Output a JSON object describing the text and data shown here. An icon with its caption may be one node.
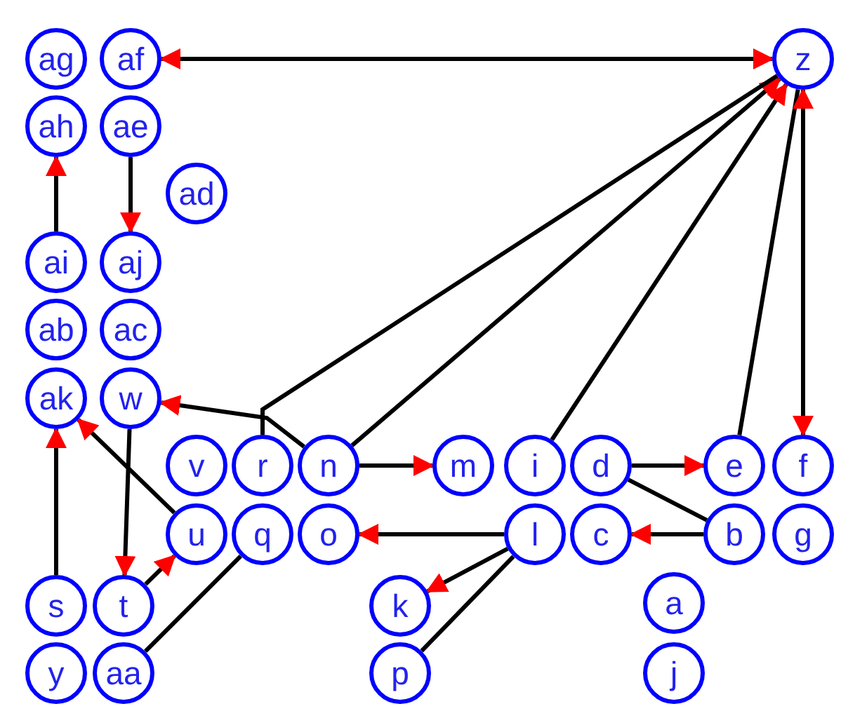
{
  "diagram": {
    "nodes": [
      {
        "text": [
          "ag"
        ]
      },
      {
        "text": [
          "af"
        ]
      },
      {
        "text": [
          "z"
        ]
      },
      {
        "text": [
          "ah"
        ]
      },
      {
        "text": [
          "ae"
        ]
      },
      {
        "text": [
          "ad"
        ]
      },
      {
        "text": [
          "ai"
        ]
      },
      {
        "text": [
          "aj"
        ]
      },
      {
        "text": [
          "ab"
        ]
      },
      {
        "text": [
          "ac"
        ]
      },
      {
        "text": [
          "ak"
        ]
      },
      {
        "text": [
          "w"
        ]
      },
      {
        "text": [
          "v"
        ]
      },
      {
        "text": [
          "r"
        ]
      },
      {
        "text": [
          "n"
        ]
      },
      {
        "text": [
          "m"
        ]
      },
      {
        "text": [
          "i"
        ]
      },
      {
        "text": [
          "d"
        ]
      },
      {
        "text": [
          "e"
        ]
      },
      {
        "text": [
          "f"
        ]
      },
      {
        "text": [
          "u"
        ]
      },
      {
        "text": [
          "q"
        ]
      },
      {
        "text": [
          "o"
        ]
      },
      {
        "text": [
          "l"
        ]
      },
      {
        "text": [
          "c"
        ]
      },
      {
        "text": [
          "b"
        ]
      },
      {
        "text": [
          "g"
        ]
      },
      {
        "text": [
          "s"
        ]
      },
      {
        "text": [
          "t"
        ]
      },
      {
        "text": [
          "k"
        ]
      },
      {
        "text": [
          "a"
        ]
      },
      {
        "text": [
          "y"
        ]
      },
      {
        "text": [
          "aa"
        ]
      },
      {
        "text": [
          "p"
        ]
      },
      {
        "text": [
          "j"
        ]
      }
    ],
    "edges": [
      {
        "from": 1,
        "to": 2,
        "arrow": "both"
      },
      {
        "from": 6,
        "to": 3,
        "arrow": "to"
      },
      {
        "from": 4,
        "to": 7,
        "arrow": "to"
      },
      {
        "from": 14,
        "to": 2,
        "arrow": "to"
      },
      {
        "from": 13,
        "to": 2,
        "arrow": "none"
      },
      {
        "from": 16,
        "to": 2,
        "arrow": "to"
      },
      {
        "from": 18,
        "to": 2,
        "arrow": "none"
      },
      {
        "from": 2,
        "to": 19,
        "arrow": "both"
      },
      {
        "from": 17,
        "to": 18,
        "arrow": "to"
      },
      {
        "from": 25,
        "to": 24,
        "arrow": "to"
      },
      {
        "from": 17,
        "to": 25,
        "arrow": "none"
      },
      {
        "from": 23,
        "to": 22,
        "arrow": "to"
      },
      {
        "from": 23,
        "to": 29,
        "arrow": "to"
      },
      {
        "from": 23,
        "to": 33,
        "arrow": "none"
      },
      {
        "from": 14,
        "to": 15,
        "arrow": "to"
      },
      {
        "from": 14,
        "to": 11,
        "arrow": "to"
      },
      {
        "from": 27,
        "to": 10,
        "arrow": "to"
      },
      {
        "from": 28,
        "to": 20,
        "arrow": "to"
      },
      {
        "from": 11,
        "to": 28,
        "arrow": "to"
      },
      {
        "from": 20,
        "to": 10,
        "arrow": "to"
      },
      {
        "from": 32,
        "to": 21,
        "arrow": "none"
      }
    ]
  }
}
